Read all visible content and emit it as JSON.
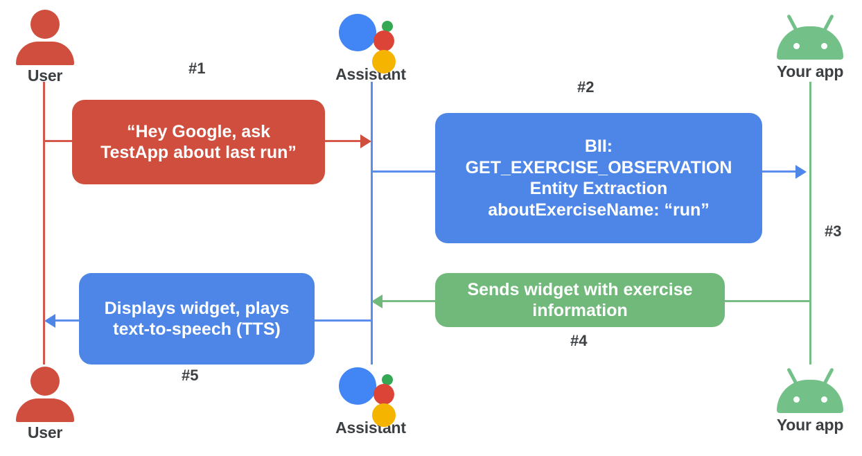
{
  "diagram": {
    "title": "Google Assistant App Actions sequence diagram",
    "colors": {
      "red": "#cf4e3e",
      "blue": "#4e86e8",
      "green": "#71b97b",
      "assistant_blue": "#4285f4",
      "assistant_red": "#db4437",
      "assistant_yellow": "#f4b400",
      "assistant_green": "#34a853",
      "label_gray": "#3c4043",
      "background": "#ffffff"
    },
    "actors": {
      "user_top": {
        "label": "User",
        "icon": "user-icon"
      },
      "assistant_top": {
        "label": "Assistant",
        "icon": "google-assistant-icon"
      },
      "app_top": {
        "label": "Your app",
        "icon": "android-icon"
      },
      "user_bottom": {
        "label": "User",
        "icon": "user-icon"
      },
      "assistant_bottom": {
        "label": "Assistant",
        "icon": "google-assistant-icon"
      },
      "app_bottom": {
        "label": "Your app",
        "icon": "android-icon"
      }
    },
    "steps": [
      {
        "id": "1",
        "label": "#1"
      },
      {
        "id": "2",
        "label": "#2"
      },
      {
        "id": "3",
        "label": "#3"
      },
      {
        "id": "4",
        "label": "#4"
      },
      {
        "id": "5",
        "label": "#5"
      }
    ],
    "messages": {
      "user_request": {
        "line1": "“Hey Google, ask",
        "line2": "TestApp about last run”",
        "color": "red"
      },
      "bii_dispatch": {
        "line1": "BII:",
        "line2": "GET_EXERCISE_OBSERVATION",
        "line3": "Entity Extraction",
        "line4": "aboutExerciseName: “run”",
        "color": "blue"
      },
      "app_response": {
        "line1": "Sends widget with exercise",
        "line2": "information",
        "color": "green"
      },
      "assistant_output": {
        "line1": "Displays widget, plays",
        "line2": "text-to-speech (TTS)",
        "color": "blue"
      }
    }
  }
}
